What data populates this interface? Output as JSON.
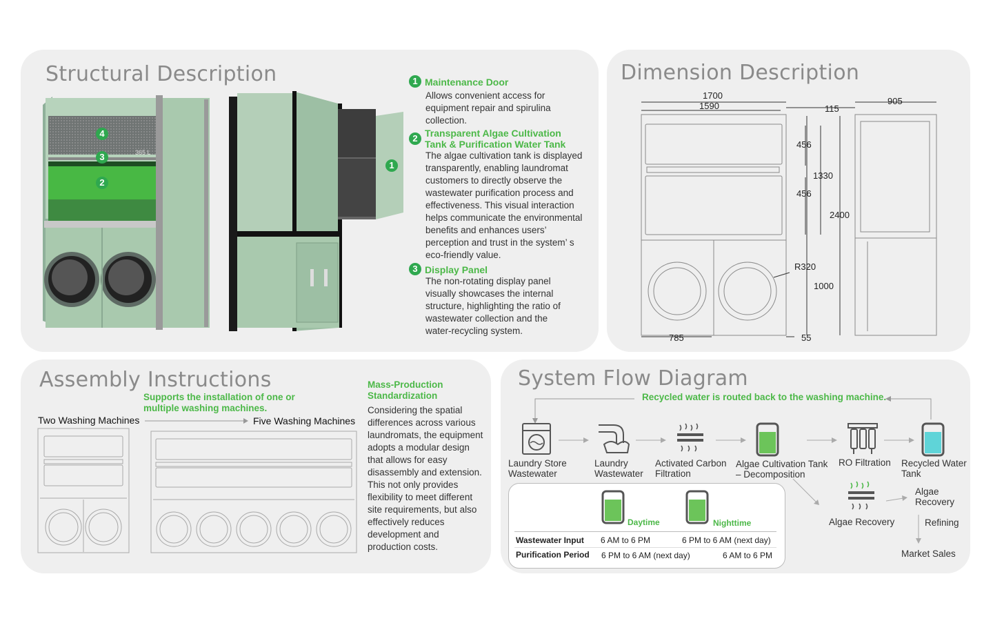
{
  "structural": {
    "title": "Structural Description",
    "machine_labels": [
      "4",
      "3",
      "2",
      "1"
    ],
    "display_text": "365 L",
    "features": [
      {
        "num": "1",
        "title": "Maintenance Door",
        "text": "Allows convenient access for equipment repair and spirulina collection."
      },
      {
        "num": "2",
        "title_l1": "Transparent Algae Cultivation",
        "title_l2": "Tank & Purification Water Tank",
        "text": "The algae cultivation tank is displayed transparently, enabling laundromat customers to directly observe the wastewater purification process and effectiveness. This visual interaction helps communicate the environmental benefits and enhances users’ perception and trust in the system’ s eco-friendly value."
      },
      {
        "num": "3",
        "title": "Display Panel",
        "text": "The non-rotating display panel visually showcases the internal structure, highlighting the ratio of wastewater collection and the water-recycling system."
      }
    ]
  },
  "dimension": {
    "title": "Dimension Description",
    "values": {
      "w1700": "1700",
      "w1590": "1590",
      "d115": "115",
      "d905": "905",
      "h456a": "456",
      "h456b": "456",
      "h1330": "1330",
      "h2400": "2400",
      "r320": "R320",
      "h1000": "1000",
      "w785": "785",
      "w55": "55"
    }
  },
  "assembly": {
    "title": "Assembly Instructions",
    "note": "Supports the installation of one or multiple washing machines.",
    "two_label": "Two Washing Machines",
    "five_label": "Five Washing Machines",
    "mp_title_l1": "Mass-Production",
    "mp_title_l2": "Standardization",
    "mp_text": "Considering the spatial differences across various laundromats, the equipment adopts a modular design that allows for easy disassembly and extension. This not only provides flexibility to meet different site requirements, but also effectively reduces development and production costs."
  },
  "flow": {
    "title": "System Flow Diagram",
    "recycle_note": "Recycled water is routed back to the washing machine.",
    "steps": [
      {
        "l1": "Laundry Store",
        "l2": "Wastewater",
        "icon": "washing-machine-icon"
      },
      {
        "l1": "Laundry",
        "l2": "Wastewater",
        "icon": "wastewater-pipe-icon"
      },
      {
        "l1": "Activated Carbon",
        "l2": "Filtration",
        "icon": "filter-icon"
      },
      {
        "l1": "Algae Cultivation Tank",
        "l2": "– Decomposition",
        "icon": "tank-green-icon"
      },
      {
        "l1": "RO Filtration",
        "l2": "",
        "icon": "ro-filter-icon"
      },
      {
        "l1": "Recycled Water",
        "l2": "Tank",
        "icon": "tank-cyan-icon"
      }
    ],
    "algae_recovery": "Algae Recovery",
    "algae_recovery2_l1": "Algae",
    "algae_recovery2_l2": "Recovery",
    "refining": "Refining",
    "market_sales": "Market Sales",
    "schedule": {
      "day_label": "Daytime",
      "night_label": "Nighttime",
      "rows": [
        {
          "label": "Wastewater Input",
          "day": "6 AM to 6 PM",
          "night": "6 PM to 6 AM (next day)"
        },
        {
          "label": "Purification Period",
          "day": "6 PM to 6 AM (next day)",
          "night": "6 AM to 6 PM"
        }
      ]
    }
  },
  "colors": {
    "accent_green": "#4cb848",
    "panel_bg": "#efefef",
    "cabinet_green": "#a9c9ae",
    "tank_green": "#43b43f",
    "tank_cyan": "#5fd4d8"
  }
}
